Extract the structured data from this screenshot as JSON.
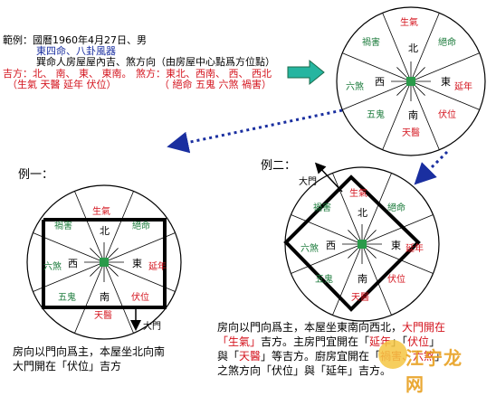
{
  "header": {
    "line1": "範例：國曆1960年4月27日、男",
    "line2": "東四命、八卦風器",
    "line3": "巽命人房屋屋內吉、煞方向（由房屋中心點爲方位點）",
    "good_dirs": "吉方：北、 南、 東、 東南。",
    "good_stars": "（生氣  天醫  延年  伏位）",
    "bad_dirs": "煞方：東北、西南、 西、 西北",
    "bad_stars": "（ 絕命   五鬼  六煞  禍害）"
  },
  "example1_label": "例一：",
  "example2_label": "例二：",
  "door_label": "大門",
  "center": {
    "north": "北",
    "south": "南",
    "east": "東",
    "west": "西"
  },
  "stars": {
    "shengqi": "生氣",
    "juemin": "絕命",
    "yannian": "延年",
    "fuwei": "伏位",
    "tianyi": "天醫",
    "wugui": "五鬼",
    "liusha": "六煞",
    "huohai": "禍害"
  },
  "caption1": {
    "line1": "房向以門向爲主，本屋坐北向南",
    "line2": "大門開在「伏位」吉方"
  },
  "caption2": {
    "l1a": "房向以門向爲主，本屋坐東南向西北，",
    "l1b": "大門開在",
    "l2a": "「生氣」",
    "l2b": "吉方。主房門宜開在「",
    "l2c": "延年",
    "l2d": "」「",
    "l2e": "伏位",
    "l2f": "」",
    "l3a": "與「",
    "l3b": "天醫",
    "l3c": "」等吉方。廚房宜開在「",
    "l3d": "禍害、六煞",
    "l3e": "」",
    "l4a": "之煞方向「伏位」與「延年」吉方。"
  },
  "watermark": "江宁龙网"
}
